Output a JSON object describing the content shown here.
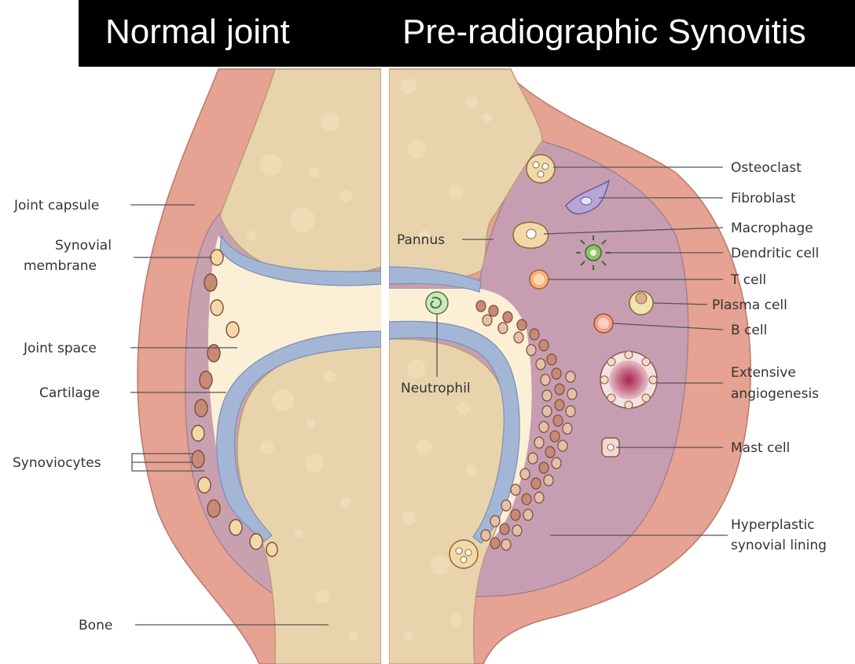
{
  "header": {
    "left_title": "Normal joint",
    "right_title": "Pre-radiographic Synovitis"
  },
  "labels": {
    "joint_capsule": "Joint capsule",
    "synovial_1": "Synovial",
    "synovial_2": "membrane",
    "joint_space": "Joint space",
    "cartilage": "Cartilage",
    "synoviocytes": "Synoviocytes",
    "bone": "Bone",
    "pannus": "Pannus",
    "neutrophil": "Neutrophil",
    "osteoclast": "Osteoclast",
    "fibroblast": "Fibroblast",
    "macrophage": "Macrophage",
    "dendritic_cell": "Dendritic cell",
    "t_cell": "T cell",
    "plasma_cell": "Plasma cell",
    "b_cell": "B cell",
    "angiogenesis_1": "Extensive",
    "angiogenesis_2": "angiogenesis",
    "mast_cell": "Mast cell",
    "hyperplastic_1": "Hyperplastic",
    "hyperplastic_2": "synovial lining"
  },
  "colors": {
    "capsule": "#e6a292",
    "synovium": "#c8a0b0",
    "inflamed_synovium": "#c79eb1",
    "bone": "#e8d3ad",
    "joint_space": "#fbf0d6",
    "cartilage": "#a4b6d6",
    "divider": "#ffffff",
    "banner": "#000000"
  }
}
